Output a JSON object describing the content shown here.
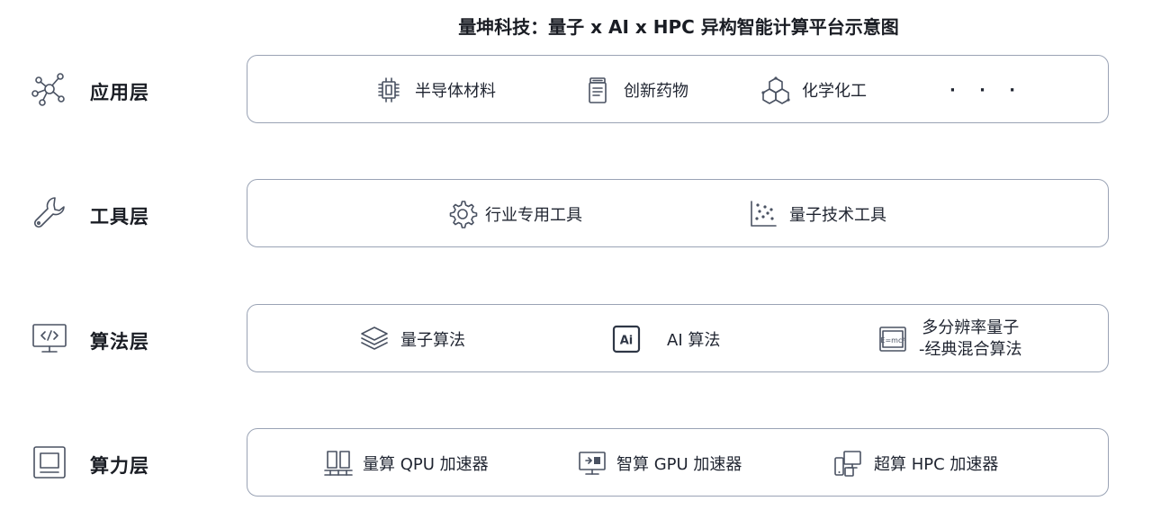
{
  "title": "量坤科技：量子 x AI x HPC 异构智能计算平台示意图",
  "layers": [
    {
      "label": "应用层",
      "icon": "network-nodes-icon",
      "items": [
        {
          "label": "半导体材料",
          "icon": "chip-icon"
        },
        {
          "label": "创新药物",
          "icon": "pill-bottle-icon"
        },
        {
          "label": "化学化工",
          "icon": "molecule-icon"
        },
        {
          "label": "· · ·",
          "icon": ""
        }
      ]
    },
    {
      "label": "工具层",
      "icon": "wrench-icon",
      "items": [
        {
          "label": "行业专用工具",
          "icon": "gear-icon"
        },
        {
          "label": "量子技术工具",
          "icon": "scatter-plot-icon"
        }
      ]
    },
    {
      "label": "算法层",
      "icon": "code-monitor-icon",
      "items": [
        {
          "label": "量子算法",
          "icon": "layers-stack-icon"
        },
        {
          "label": "AI 算法",
          "icon": "ai-badge-icon"
        },
        {
          "label": "多分辨率量子",
          "label2": "-经典混合算法",
          "icon": "formula-board-icon"
        }
      ]
    },
    {
      "label": "算力层",
      "icon": "processor-icon",
      "items": [
        {
          "label": "量算 QPU 加速器",
          "icon": "qpu-rack-icon"
        },
        {
          "label": "智算 GPU 加速器",
          "icon": "gpu-monitor-icon"
        },
        {
          "label": "超算 HPC 加速器",
          "icon": "hpc-devices-icon"
        }
      ]
    }
  ]
}
